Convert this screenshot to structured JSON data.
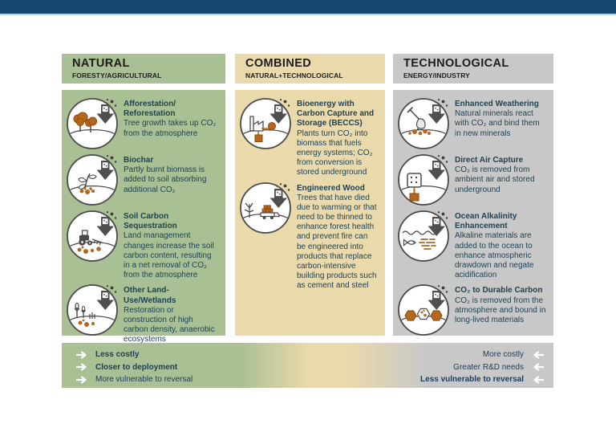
{
  "palette": {
    "top_bar": "#15466d",
    "top_bar_underline": "#bed1de",
    "natural_green": "#a8c094",
    "combined_tan": "#ead9ab",
    "technological_gray": "#c8c8c8",
    "text_dark_teal": "#1e4355",
    "legend_text": "#1b3d5e",
    "icon_orange": "#b5671c",
    "icon_gray": "#4a4a4a",
    "arrow_white": "#ffffff"
  },
  "columns": [
    {
      "id": "natural",
      "title": "NATURAL",
      "subtitle": "FORESTY/AGRICULTURAL",
      "items": [
        {
          "icon": "afforestation-reforestation-icon",
          "title": "Afforestation/​Reforestation",
          "description": "Tree growth takes up CO₂ from the atmosphere"
        },
        {
          "icon": "biochar-icon",
          "title": "Biochar",
          "description": "Partly burnt biomass is added to soil absorbing additional CO₂"
        },
        {
          "icon": "soil-carbon-sequestration-icon",
          "title": "Soil Carbon Sequestration",
          "description": "Land management changes increase the soil carbon content, resulting in a net removal of CO₂ from the atmosphere"
        },
        {
          "icon": "other-land-use-wetlands-icon",
          "title": "Other Land-Use/Wetlands",
          "description": "Restoration or construction of high carbon density, anaerobic ecosystems"
        }
      ]
    },
    {
      "id": "combined",
      "title": "COMBINED",
      "subtitle": "NATURAL+TECHNOLOGICAL",
      "items": [
        {
          "icon": "beccs-icon",
          "title": "Bioenergy with Carbon Capture and Storage (BECCS)",
          "description": "Plants turn CO₂ into biomass that fuels energy systems; CO₂ from conversion is stored underground"
        },
        {
          "icon": "engineered-wood-icon",
          "title": "Engineered Wood",
          "description": "Trees that have died due to warming or that need to be thinned to enhance forest health and prevent fire can be engineered into products that replace carbon-intensive building products such as cement and steel"
        }
      ]
    },
    {
      "id": "technological",
      "title": "TECHNOLOGICAL",
      "subtitle": "ENERGY/INDUSTRY",
      "items": [
        {
          "icon": "enhanced-weathering-icon",
          "title": "Enhanced Weathering",
          "description": "Natural minerals react with CO₂ and bind them in new minerals"
        },
        {
          "icon": "direct-air-capture-icon",
          "title": "Direct Air Capture",
          "description": "CO₂ is removed from ambient air and stored underground"
        },
        {
          "icon": "ocean-alkalinity-enhancement-icon",
          "title": "Ocean Alkalinity Enhancement",
          "description": "Alkaline materials are added to the ocean to enhance atmospheric drawdown and negate acidification"
        },
        {
          "icon": "co2-to-durable-carbon-icon",
          "title": "CO₂ to Durable Carbon",
          "description": "CO₂ is removed from the atmosphere and bound in long-lived materials"
        }
      ]
    }
  ],
  "legend": {
    "left": [
      {
        "label": "Less costly",
        "strong": true
      },
      {
        "label": "Closer to deployment",
        "strong": true
      },
      {
        "label": "More vulnerable to reversal",
        "strong": false
      }
    ],
    "right": [
      {
        "label": "More costly",
        "strong": false
      },
      {
        "label": "Greater R&D needs",
        "strong": false
      },
      {
        "label": "Less vulnerable to reversal",
        "strong": true
      }
    ]
  }
}
